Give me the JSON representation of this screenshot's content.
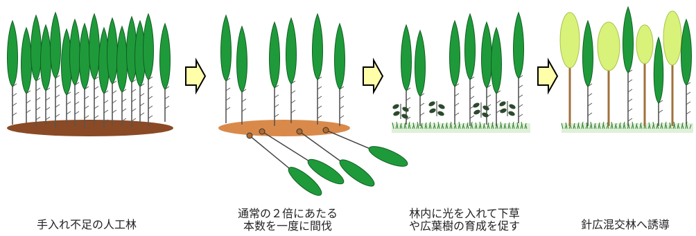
{
  "captions": {
    "step1": [
      "手入れ不足の人工林"
    ],
    "step2": [
      "通常の２倍にあたる",
      "本数を一度に間伐"
    ],
    "step3": [
      "林内に光を入れて下草",
      "や広葉樹の育成を促す"
    ],
    "step4": [
      "針広混交林へ誘導"
    ]
  },
  "colors": {
    "conifer": "#1f9a3a",
    "conifer_dark": "#0f5e22",
    "broadleaf": "#d9f27a",
    "broadleaf_dark": "#a8c24a",
    "ground": "#8a4a25",
    "ground_light": "#d98a4a",
    "grass": "#2e7a2e",
    "arrow_fill": "#ffffaa",
    "arrow_edge": "#000000",
    "trunk": "#555555",
    "broadleaf_trunk": "#a0703a"
  }
}
